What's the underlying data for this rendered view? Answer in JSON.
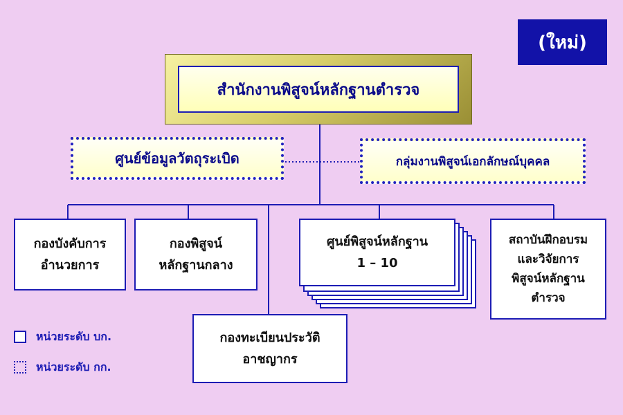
{
  "badge": "(ใหม่)",
  "title": "สำนักงานพิสูจน์หลักฐานตำรวจ",
  "side_units": {
    "left": "ศูนย์ข้อมูลวัตถุระเบิด",
    "right": "กลุ่มงานพิสูจน์เอกลักษณ์บุคคล"
  },
  "units": [
    {
      "line1": "กองบังคับการ",
      "line2": "อำนวยการ"
    },
    {
      "line1": "กองพิสูจน์",
      "line2": "หลักฐานกลาง"
    },
    {
      "line1": "ศูนย์พิสูจน์หลักฐาน",
      "line2": "1  –  10"
    },
    {
      "line1": "สถาบันฝึกอบรม",
      "line2": "และวิจัยการ",
      "line3": "พิสูจน์หลักฐาน",
      "line4": "ตำรวจ"
    },
    {
      "line1": "กองทะเบียนประวัติ",
      "line2": "อาชญากร"
    }
  ],
  "legend": {
    "solid": "หน่วยระดับ บก.",
    "dotted": "หน่วยระดับ กก."
  },
  "colors": {
    "line": "#1c1cb4",
    "background": "#efcdf2",
    "badge": "#1212a8"
  }
}
